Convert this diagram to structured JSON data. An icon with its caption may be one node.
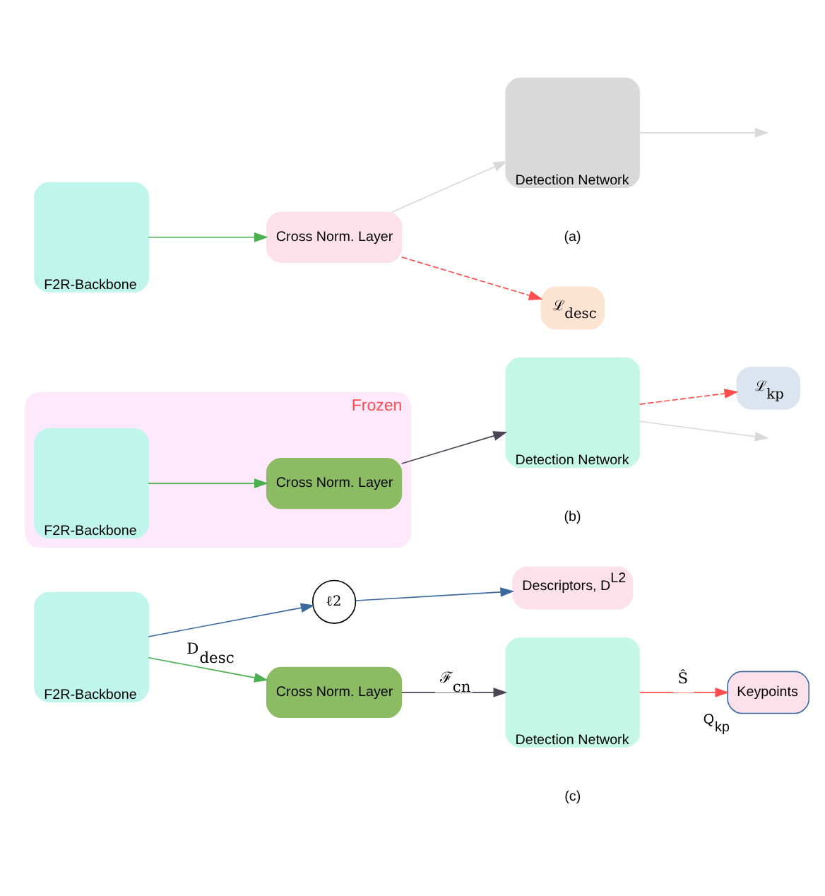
{
  "diagram": {
    "nodes": [
      {
        "text": [
          "F2R-Backbone"
        ]
      },
      {
        "text": [
          "Cross Norm. Layer"
        ]
      },
      {
        "text": [
          "ℒ$_{desc}$"
        ]
      },
      {
        "text": [
          "Detection Network"
        ]
      },
      {
        "text": [
          "Frozen"
        ]
      },
      {
        "text": [
          "F2R-Backbone"
        ],
        "in": 4
      },
      {
        "text": [
          "Cross Norm. Layer"
        ],
        "in": 4
      },
      {
        "text": [
          "Detection Network"
        ]
      },
      {
        "text": [
          "ℒ$_{kp}$"
        ]
      },
      {
        "text": [
          "F2R-Backbone"
        ]
      },
      {
        "text": [
          "Descriptors, D$^{L2}$"
        ]
      },
      {
        "text": [
          "ℓ2"
        ]
      },
      {
        "text": [
          "Cross Norm. Layer"
        ]
      },
      {
        "text": [
          "Detection Network"
        ]
      },
      {
        "text": [
          "Keypoints"
        ],
        "beside": [
          "Q$_{kp}$"
        ]
      }
    ],
    "edges": [
      {
        "from": 0,
        "to": 1,
        "arrow": "to",
        "color": "#4caf50"
      },
      {
        "from": 1,
        "to": 2,
        "arrow": "to",
        "style": "dashed",
        "color": "#ff4d4d"
      },
      {
        "from": 1,
        "to": 3,
        "arrow": "to",
        "color": "#d9d9d9"
      },
      {
        "from": 3,
        "to": null,
        "arrow": "to",
        "color": "#d9d9d9"
      },
      {
        "from": 5,
        "to": 6,
        "arrow": "to",
        "color": "#4caf50"
      },
      {
        "from": 6,
        "to": 7,
        "arrow": "to",
        "color": "#4b4453"
      },
      {
        "from": 7,
        "to": 8,
        "arrow": "to",
        "style": "dashed",
        "color": "#ff4d4d"
      },
      {
        "from": 7,
        "to": null,
        "arrow": "to",
        "color": "#d9d9d9"
      },
      {
        "from": 9,
        "to": 12,
        "label": "D$_{desc}$",
        "arrow": "to",
        "color": "#4caf50"
      },
      {
        "from": 9,
        "to": 11,
        "arrow": "to",
        "color": "#3d6a9e"
      },
      {
        "from": 11,
        "to": 10,
        "arrow": "to",
        "color": "#3d6a9e"
      },
      {
        "from": 12,
        "to": 13,
        "label": "ℱ$_{cn}$",
        "arrow": "to",
        "color": "#4b4453"
      },
      {
        "from": 13,
        "to": 14,
        "label": "Ŝ",
        "arrow": "to",
        "color": "#ff4d4d"
      }
    ],
    "labels": [
      "(a)",
      "(b)",
      "(c)"
    ]
  }
}
